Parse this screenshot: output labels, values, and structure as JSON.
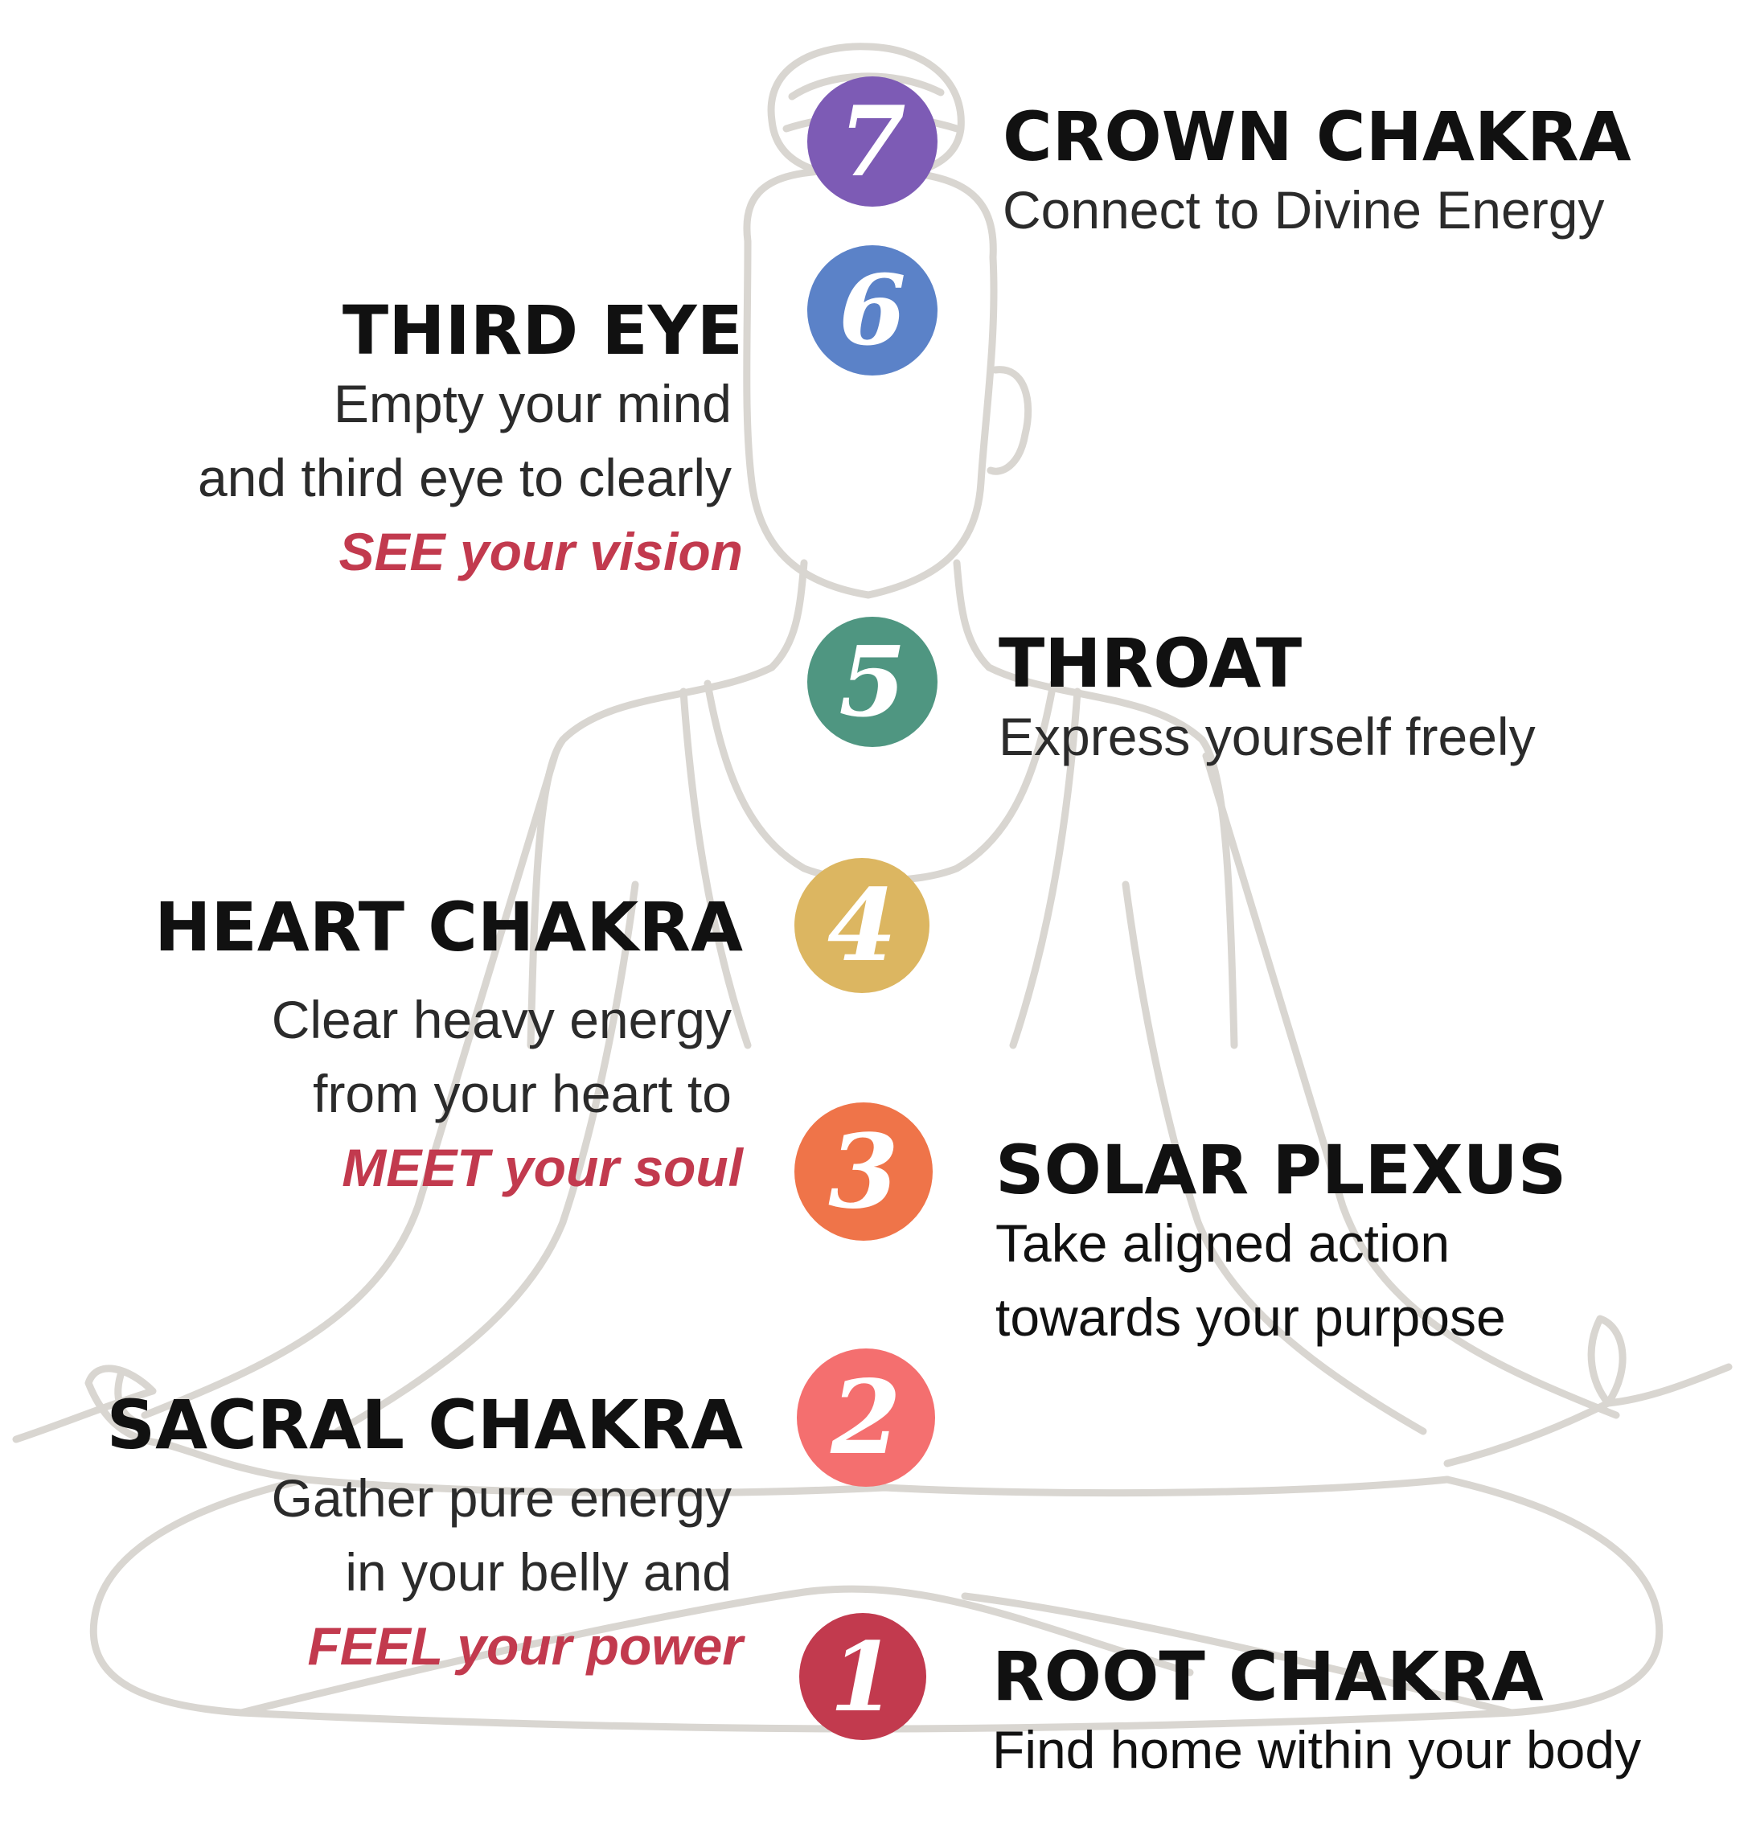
{
  "colors": {
    "outline": "#d9d6d1",
    "text": "#111111",
    "body_text": "#2b2b2b",
    "highlight": "#c23a4e"
  },
  "chakras": [
    {
      "number": "7",
      "color": "#7d5bb5",
      "title": "CROWN CHAKRA",
      "lines": [
        "Connect to Divine Energy"
      ],
      "highlight": ""
    },
    {
      "number": "6",
      "color": "#5b82c8",
      "title": "THIRD EYE",
      "lines": [
        "Empty your mind",
        "and third eye to clearly"
      ],
      "highlight": "SEE your vision"
    },
    {
      "number": "5",
      "color": "#4f9681",
      "title": "THROAT",
      "lines": [
        "Express yourself freely"
      ],
      "highlight": ""
    },
    {
      "number": "4",
      "color": "#dcb661",
      "title": "HEART CHAKRA",
      "lines": [
        "Clear heavy energy",
        "from your heart to"
      ],
      "highlight": "MEET your soul"
    },
    {
      "number": "3",
      "color": "#ef7449",
      "title": "SOLAR PLEXUS",
      "lines": [
        "Take aligned action",
        "towards your purpose"
      ],
      "highlight": ""
    },
    {
      "number": "2",
      "color": "#f46f6f",
      "title": "SACRAL CHAKRA",
      "lines": [
        "Gather pure energy",
        "in your belly and"
      ],
      "highlight": "FEEL your power"
    },
    {
      "number": "1",
      "color": "#c23a4e",
      "title": "ROOT CHAKRA",
      "lines": [
        "Find home within your body"
      ],
      "highlight": ""
    }
  ]
}
